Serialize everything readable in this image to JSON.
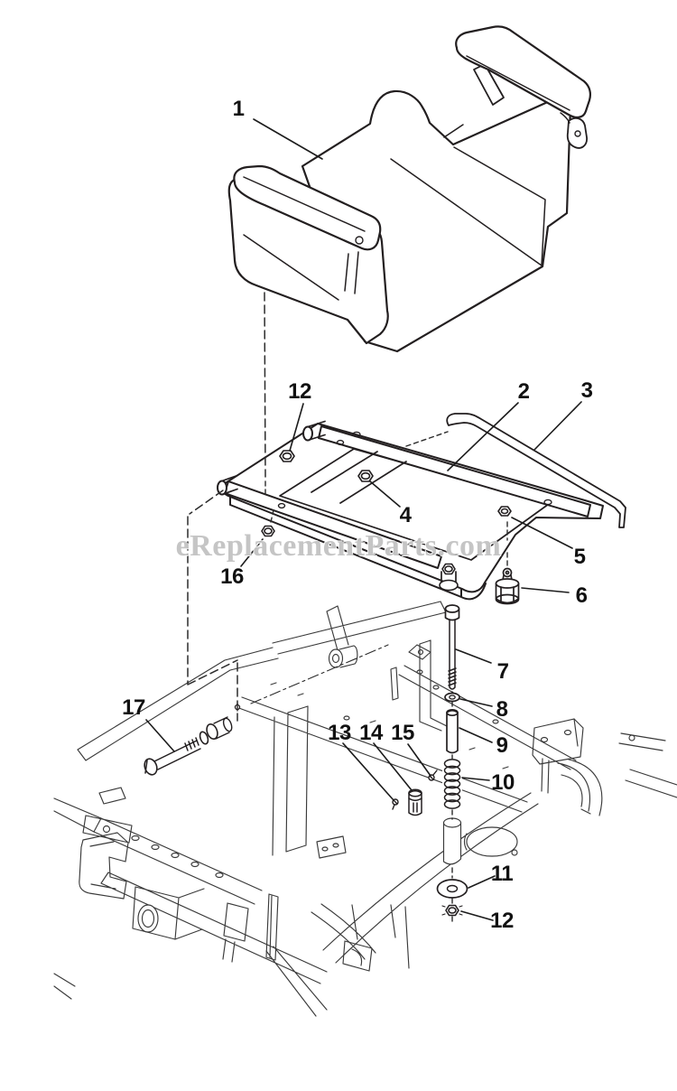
{
  "page": {
    "background_color": "#ffffff",
    "ink_color": "#231f20"
  },
  "watermark": {
    "text": "eReplacementParts.com",
    "color": "#bfbfbf"
  },
  "diagram": {
    "type": "exploded-parts-drawing",
    "callouts": [
      {
        "id": "1",
        "label": "1"
      },
      {
        "id": "2",
        "label": "2"
      },
      {
        "id": "3",
        "label": "3"
      },
      {
        "id": "4",
        "label": "4"
      },
      {
        "id": "5",
        "label": "5"
      },
      {
        "id": "6",
        "label": "6"
      },
      {
        "id": "7",
        "label": "7"
      },
      {
        "id": "8",
        "label": "8"
      },
      {
        "id": "9",
        "label": "9"
      },
      {
        "id": "10",
        "label": "10"
      },
      {
        "id": "11",
        "label": "11"
      },
      {
        "id": "12-upper",
        "label": "12"
      },
      {
        "id": "12-lower",
        "label": "12"
      },
      {
        "id": "13",
        "label": "13"
      },
      {
        "id": "14",
        "label": "14"
      },
      {
        "id": "15",
        "label": "15"
      },
      {
        "id": "16",
        "label": "16"
      },
      {
        "id": "17",
        "label": "17"
      }
    ]
  }
}
